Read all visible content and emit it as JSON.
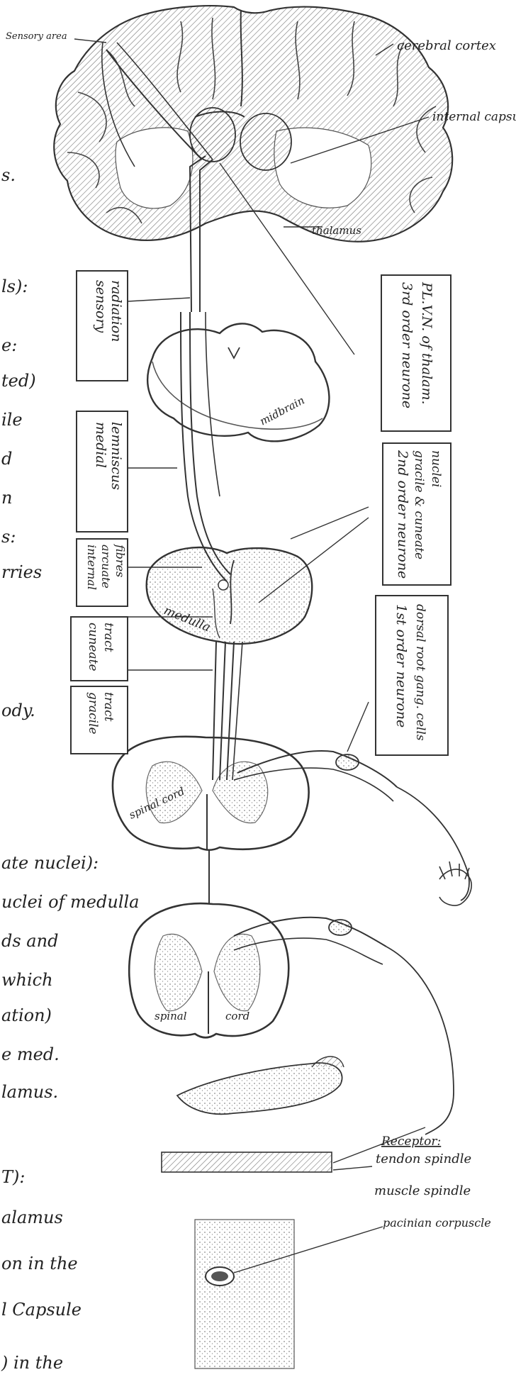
{
  "diagram": {
    "labels": {
      "sensory_area": "Sensory area",
      "cerebral_cortex": "cerebral cortex",
      "internal_capsule": "internal capsule",
      "thalamus": "thalamus",
      "midbrain": "midbrain",
      "medulla": "medulla",
      "spinal_cord_upper": "spinal cord",
      "spinal_cord_lower_left": "spinal",
      "spinal_cord_lower_right": "cord",
      "receptor": "Receptor:",
      "tendon_spindle": "tendon spindle",
      "muscle_spindle": "muscle spindle",
      "pacinian_corpuscle": "pacinian corpuscle"
    },
    "left_boxes": [
      {
        "lines": [
          "sensory",
          "radiation"
        ]
      },
      {
        "lines": [
          "medial",
          "lemniscus"
        ]
      },
      {
        "lines": [
          "internal",
          "arcuate",
          "fibres"
        ]
      },
      {
        "lines": [
          "cuneate",
          "tract"
        ]
      },
      {
        "lines": [
          "gracile",
          "tract"
        ]
      }
    ],
    "right_boxes": [
      {
        "lines": [
          "3rd order neurone",
          "PL.V.N. of thalam."
        ]
      },
      {
        "lines": [
          "2nd order neurone",
          "gracile & cuneate",
          "nuclei"
        ]
      },
      {
        "lines": [
          "1st order neurone",
          "dorsal root gang. cells"
        ]
      }
    ]
  },
  "left_text_fragments": [
    {
      "text": "s."
    },
    {
      "text": "ls):"
    },
    {
      "text": "e:"
    },
    {
      "text": "ted)"
    },
    {
      "text": "ile"
    },
    {
      "text": "d"
    },
    {
      "text": "n"
    },
    {
      "text": "s:"
    },
    {
      "text": "rries"
    },
    {
      "text": "ody."
    },
    {
      "text": "ate nuclei):"
    },
    {
      "text": "uclei of medulla"
    },
    {
      "text": "ds and"
    },
    {
      "text": "which"
    },
    {
      "text": "ation)"
    },
    {
      "text": "e med."
    },
    {
      "text": "lamus."
    },
    {
      "text": "T):"
    },
    {
      "text": "alamus"
    },
    {
      "text": "on in the"
    },
    {
      "text": "l Capsule"
    },
    {
      "text": ") in the"
    }
  ]
}
